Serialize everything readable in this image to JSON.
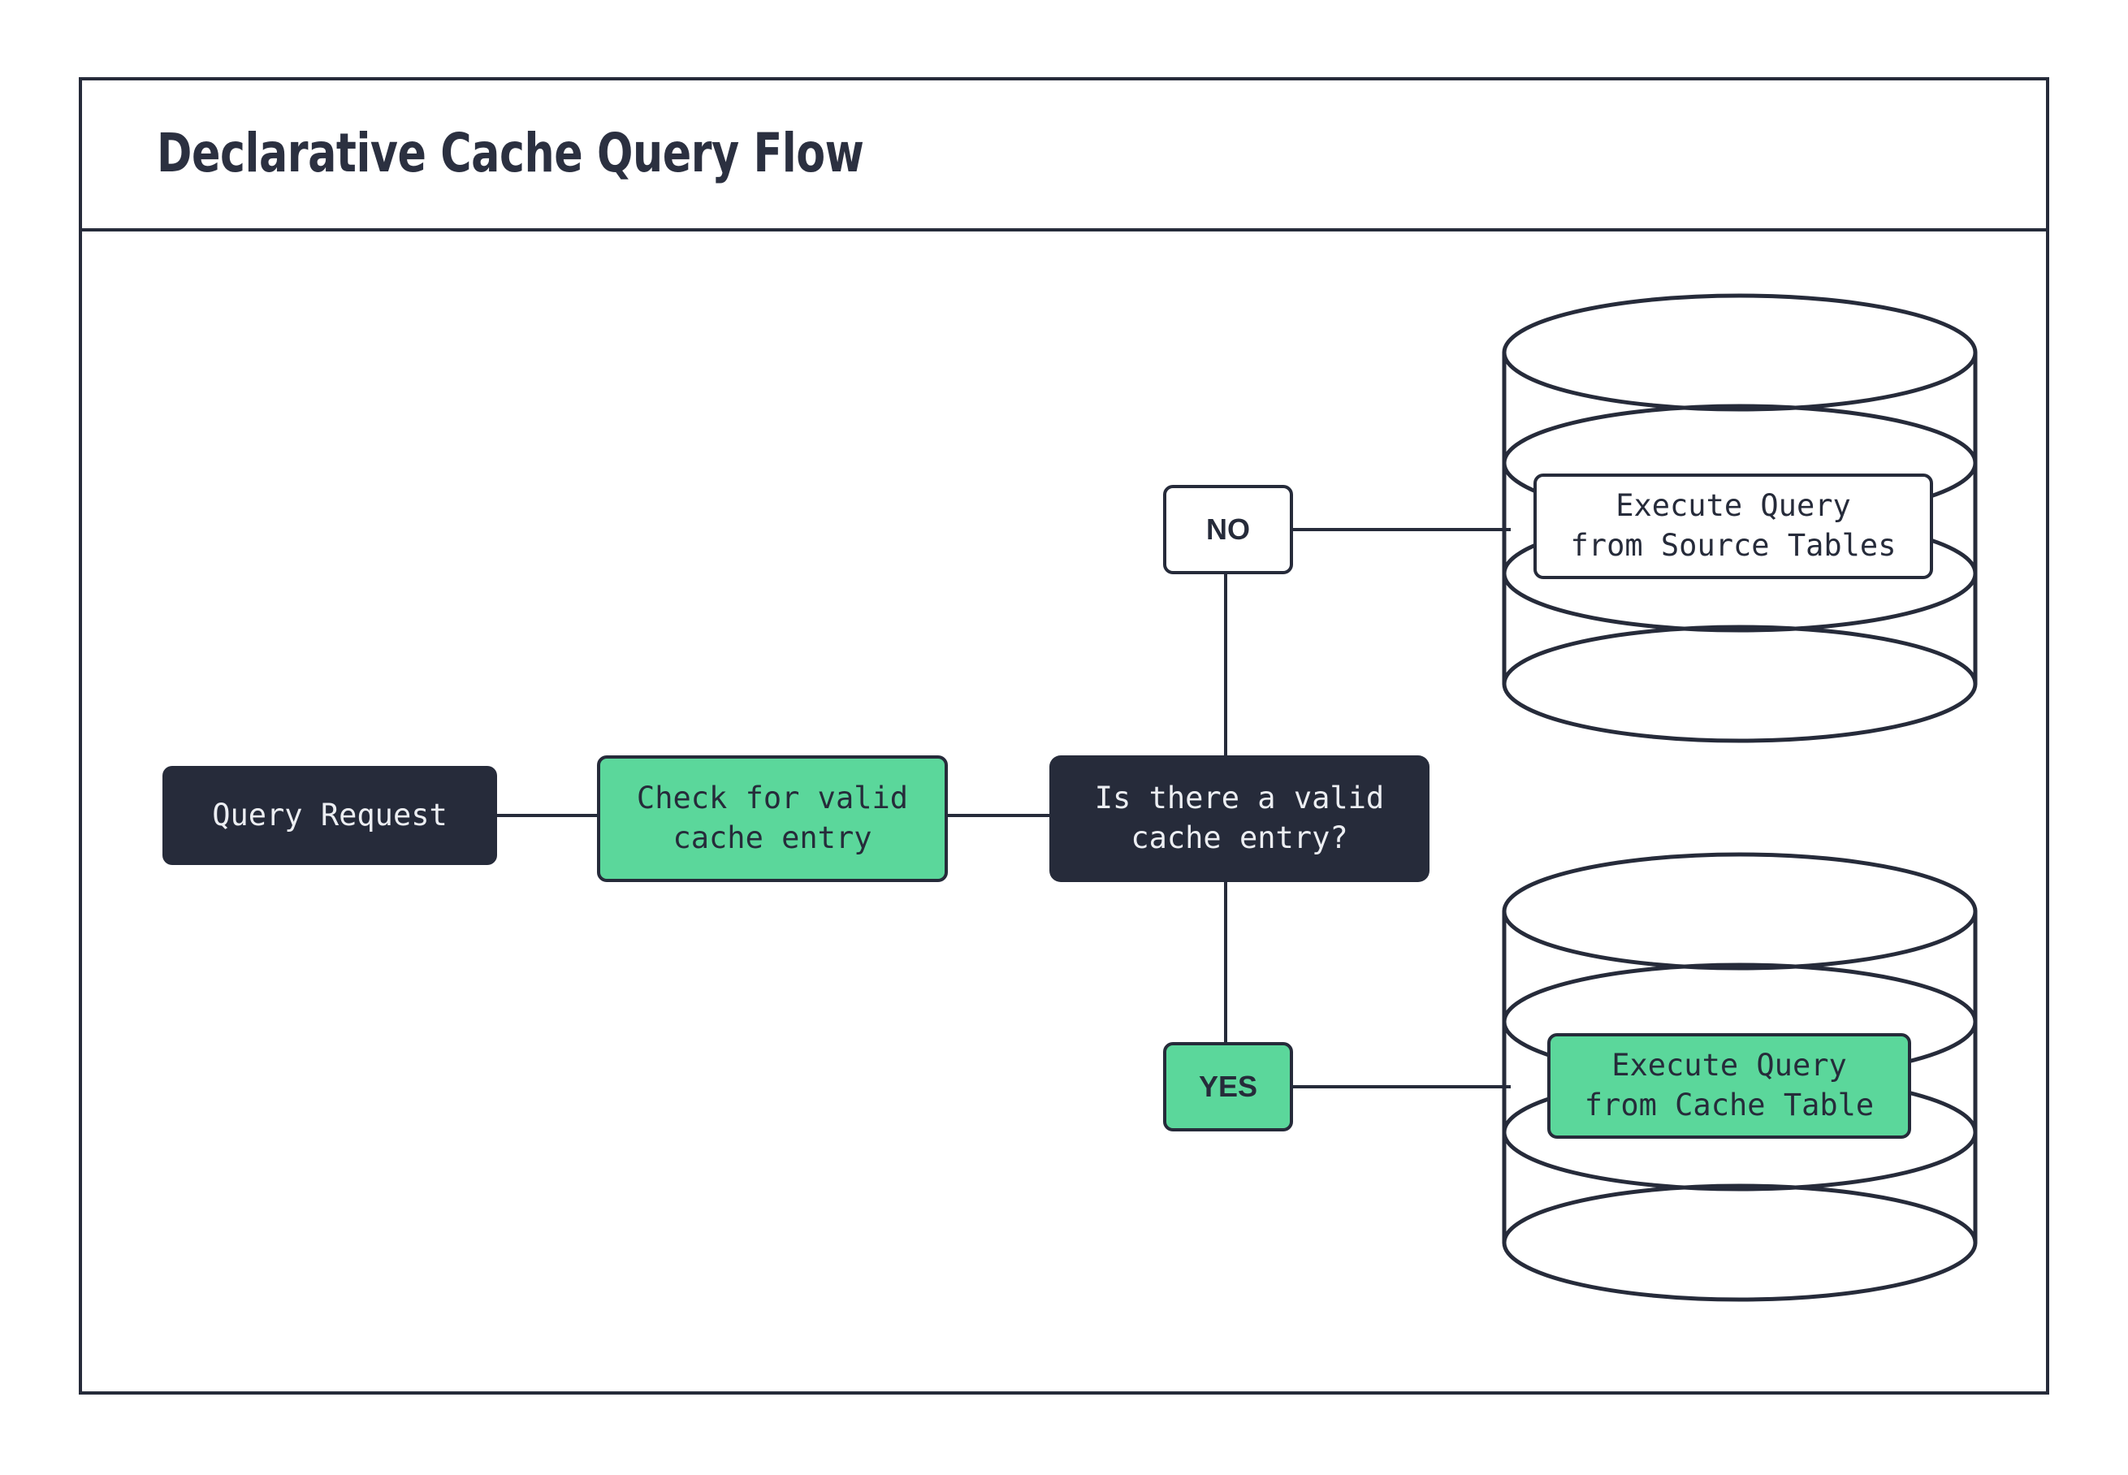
{
  "diagram": {
    "title": "Declarative Cache Query Flow",
    "type": "flowchart",
    "colors": {
      "dark": "#262b3a",
      "green": "#5bd79b",
      "white": "#ffffff",
      "text_light": "#eceef2"
    },
    "nodes": {
      "query_request": "Query Request",
      "check_cache": "Check for valid\ncache entry",
      "decision": "Is there a valid\ncache entry?",
      "label_no": "NO",
      "label_yes": "YES",
      "source_db_label": "Execute Query\nfrom Source Tables",
      "cache_db_label": "Execute Query\nfrom Cache Table"
    }
  }
}
